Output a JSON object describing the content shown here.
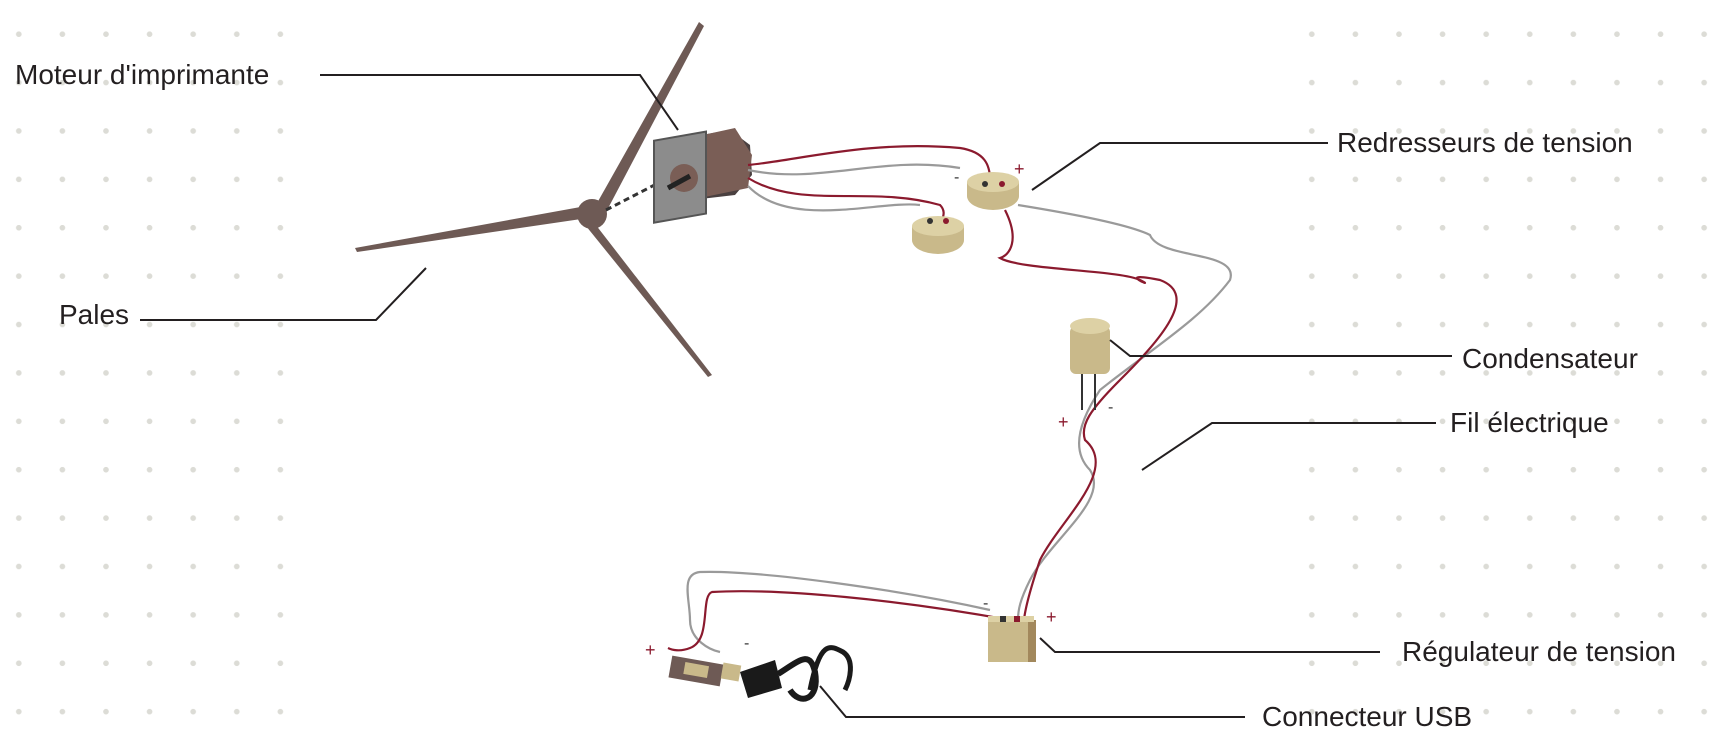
{
  "labels": {
    "motor": "Moteur d'imprimante",
    "rectifiers": "Redresseurs de tension",
    "blades": "Pales",
    "capacitor": "Condensateur",
    "wire": "Fil électrique",
    "regulator": "Régulateur de tension",
    "usb": "Connecteur USB"
  },
  "polarity": {
    "plus": "+",
    "minus": "-"
  },
  "colors": {
    "blade": "#6e5a55",
    "motor_body": "#7a5e56",
    "motor_plate": "#8c8c8c",
    "component_beige": "#c9b98a",
    "wire_red": "#8b1a2e",
    "wire_grey": "#9a9a9a",
    "leader_line": "#231f20",
    "dot_grid": "#dcdcd6"
  }
}
